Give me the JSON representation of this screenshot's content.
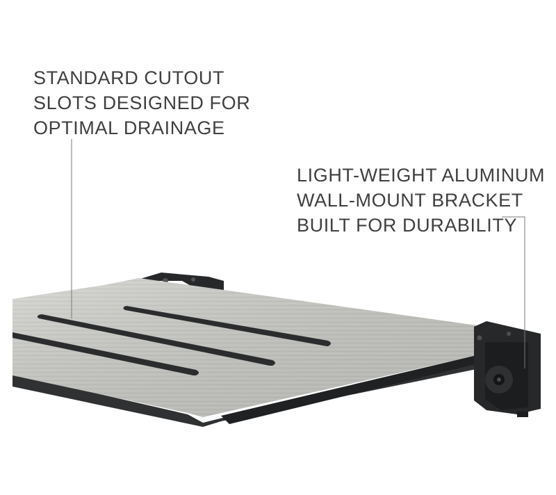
{
  "callouts": {
    "drainage": {
      "lines": [
        "STANDARD CUTOUT",
        "SLOTS DESIGNED FOR",
        "OPTIMAL DRAINAGE"
      ]
    },
    "bracket": {
      "lines": [
        "LIGHT-WEIGHT ALUMINUM",
        "WALL-MOUNT BRACKET",
        "BUILT FOR DURABILITY"
      ]
    }
  },
  "colors": {
    "text": "#3f3f3f",
    "leader_line": "#7a7a7a",
    "seat_surface": "#c9c9c5",
    "seat_edge": "#2f3133",
    "bracket": "#26282a",
    "slot": "#2a2c2e"
  }
}
